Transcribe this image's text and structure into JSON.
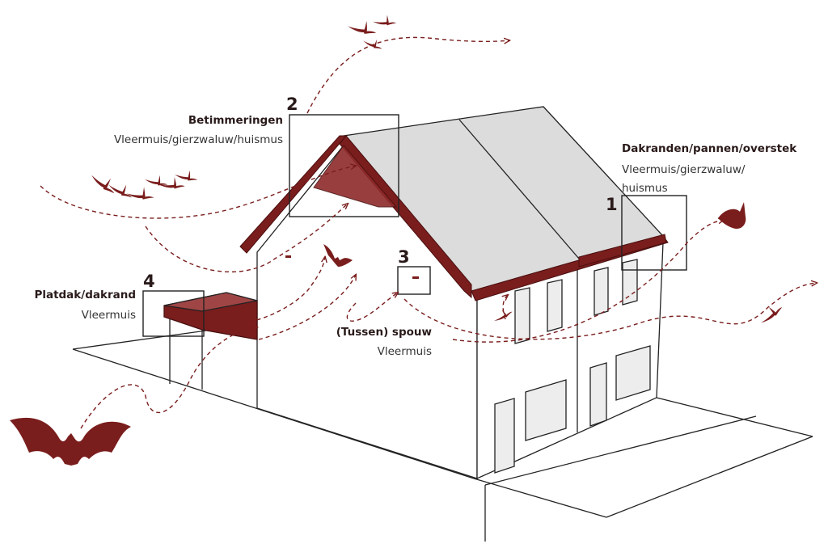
{
  "colors": {
    "accent": "#7a1d1d",
    "roof": "#dcdcdc",
    "line": "#222222",
    "window": "#e4e4e4"
  },
  "callouts": [
    {
      "number": "1",
      "heading": "Dakranden/pannen/overstek",
      "species_line1": "Vleermuis/gierzwaluw/",
      "species_line2": "huismus"
    },
    {
      "number": "2",
      "heading": "Betimmeringen",
      "species_line1": "Vleermuis/gierzwaluw/huismus"
    },
    {
      "number": "3",
      "heading": "(Tussen) spouw",
      "species_line1": "Vleermuis"
    },
    {
      "number": "4",
      "heading": "Platdak/dakrand",
      "species_line1": "Vleermuis"
    }
  ],
  "icons": [
    "bat-icon",
    "swift-icon",
    "sparrow-icon",
    "flight-path-arrow"
  ]
}
